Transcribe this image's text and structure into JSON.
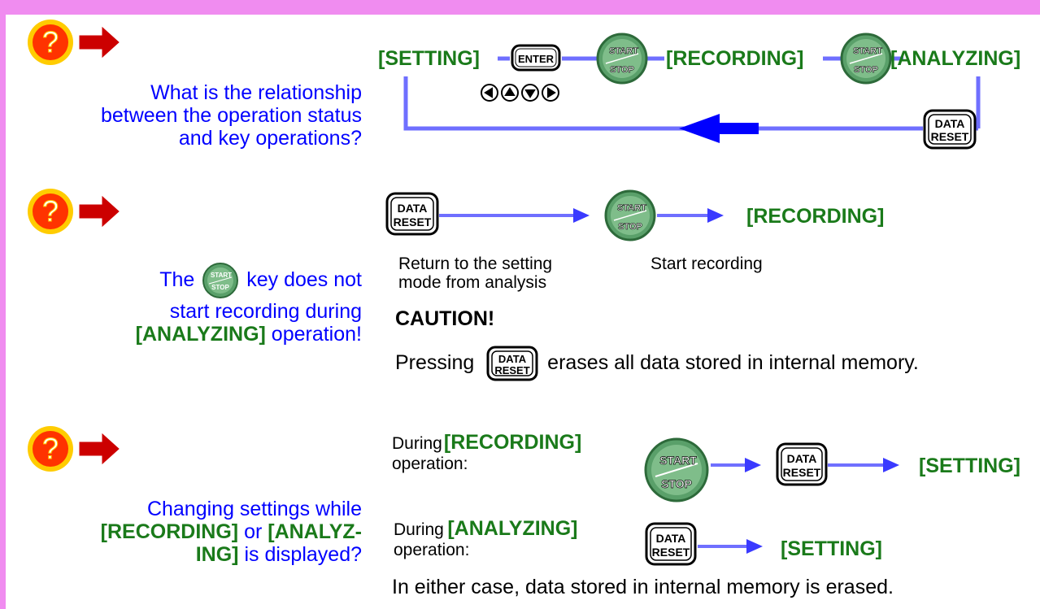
{
  "q1": {
    "question_lines": [
      "What is the relationship",
      "between the operation status",
      "and key operations?"
    ],
    "states": {
      "setting": "[SETTING]",
      "recording": "[RECORDING]",
      "analyzing": "[ANALYZING]"
    },
    "keys": {
      "enter": "ENTER",
      "start": "START",
      "stop": "STOP",
      "data": "DATA",
      "reset": "RESET"
    }
  },
  "q2": {
    "question": {
      "the": "The",
      "key_does_not": "key does not",
      "line2": "start recording during",
      "analyzing": "[ANALYZING]",
      "operation": "operation!"
    },
    "flow_state": "[RECORDING]",
    "caption_reset_1": "Return to the setting",
    "caption_reset_2": "mode from analysis",
    "caption_start": "Start recording",
    "caution_title": "CAUTION!",
    "caution_pressing": "Pressing",
    "caution_rest": "erases all data stored in internal memory."
  },
  "q3": {
    "question": {
      "line1": "Changing settings while",
      "recording": "[RECORDING]",
      "or": "or",
      "analyz": "[ANALYZ-",
      "ing": "ING]",
      "is_displayed": "is displayed?"
    },
    "during_recording": "During",
    "recording_state": "[RECORDING]",
    "operation1": "operation:",
    "setting_state_1": "[SETTING]",
    "during_analyzing": "During",
    "analyzing_state": "[ANALYZING]",
    "operation2": "operation:",
    "setting_state_2": "[SETTING]",
    "footer": "In either case, data stored in internal memory is erased."
  },
  "colors": {
    "frame": "#f08cf0",
    "question_text": "#0000ff",
    "state_text": "#1a7a1a",
    "flow_line": "#6f6fff",
    "arrow": "#0000ff",
    "start_key": "#5aa06a",
    "badge": "#ff3300"
  }
}
